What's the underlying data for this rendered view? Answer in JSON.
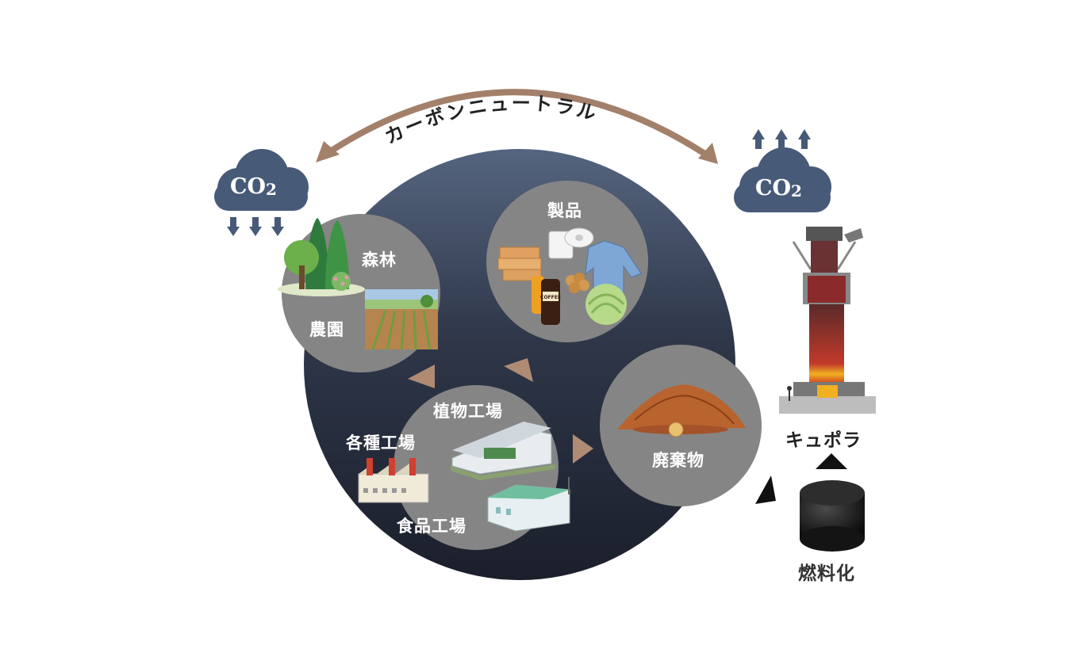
{
  "diagram": {
    "arc_label": "カーボンニュートラル",
    "co2_left": "CO2",
    "co2_right": "CO2",
    "nodes": {
      "forest": "森林",
      "farm": "農園",
      "products": "製品",
      "plant_factory": "植物工場",
      "various_factories": "各種工場",
      "food_factory": "食品工場",
      "waste": "廃棄物",
      "cupola": "キュポラ",
      "fuelization": "燃料化"
    },
    "product_icon_text": "COFFEE"
  },
  "colors": {
    "arc": "#a3806a",
    "cloud": "#475a78",
    "big_circle_top": "#4d5d78",
    "big_circle_bottom": "#1c2130",
    "node_circle": "#858585",
    "inner_arrow": "#b08b74"
  }
}
